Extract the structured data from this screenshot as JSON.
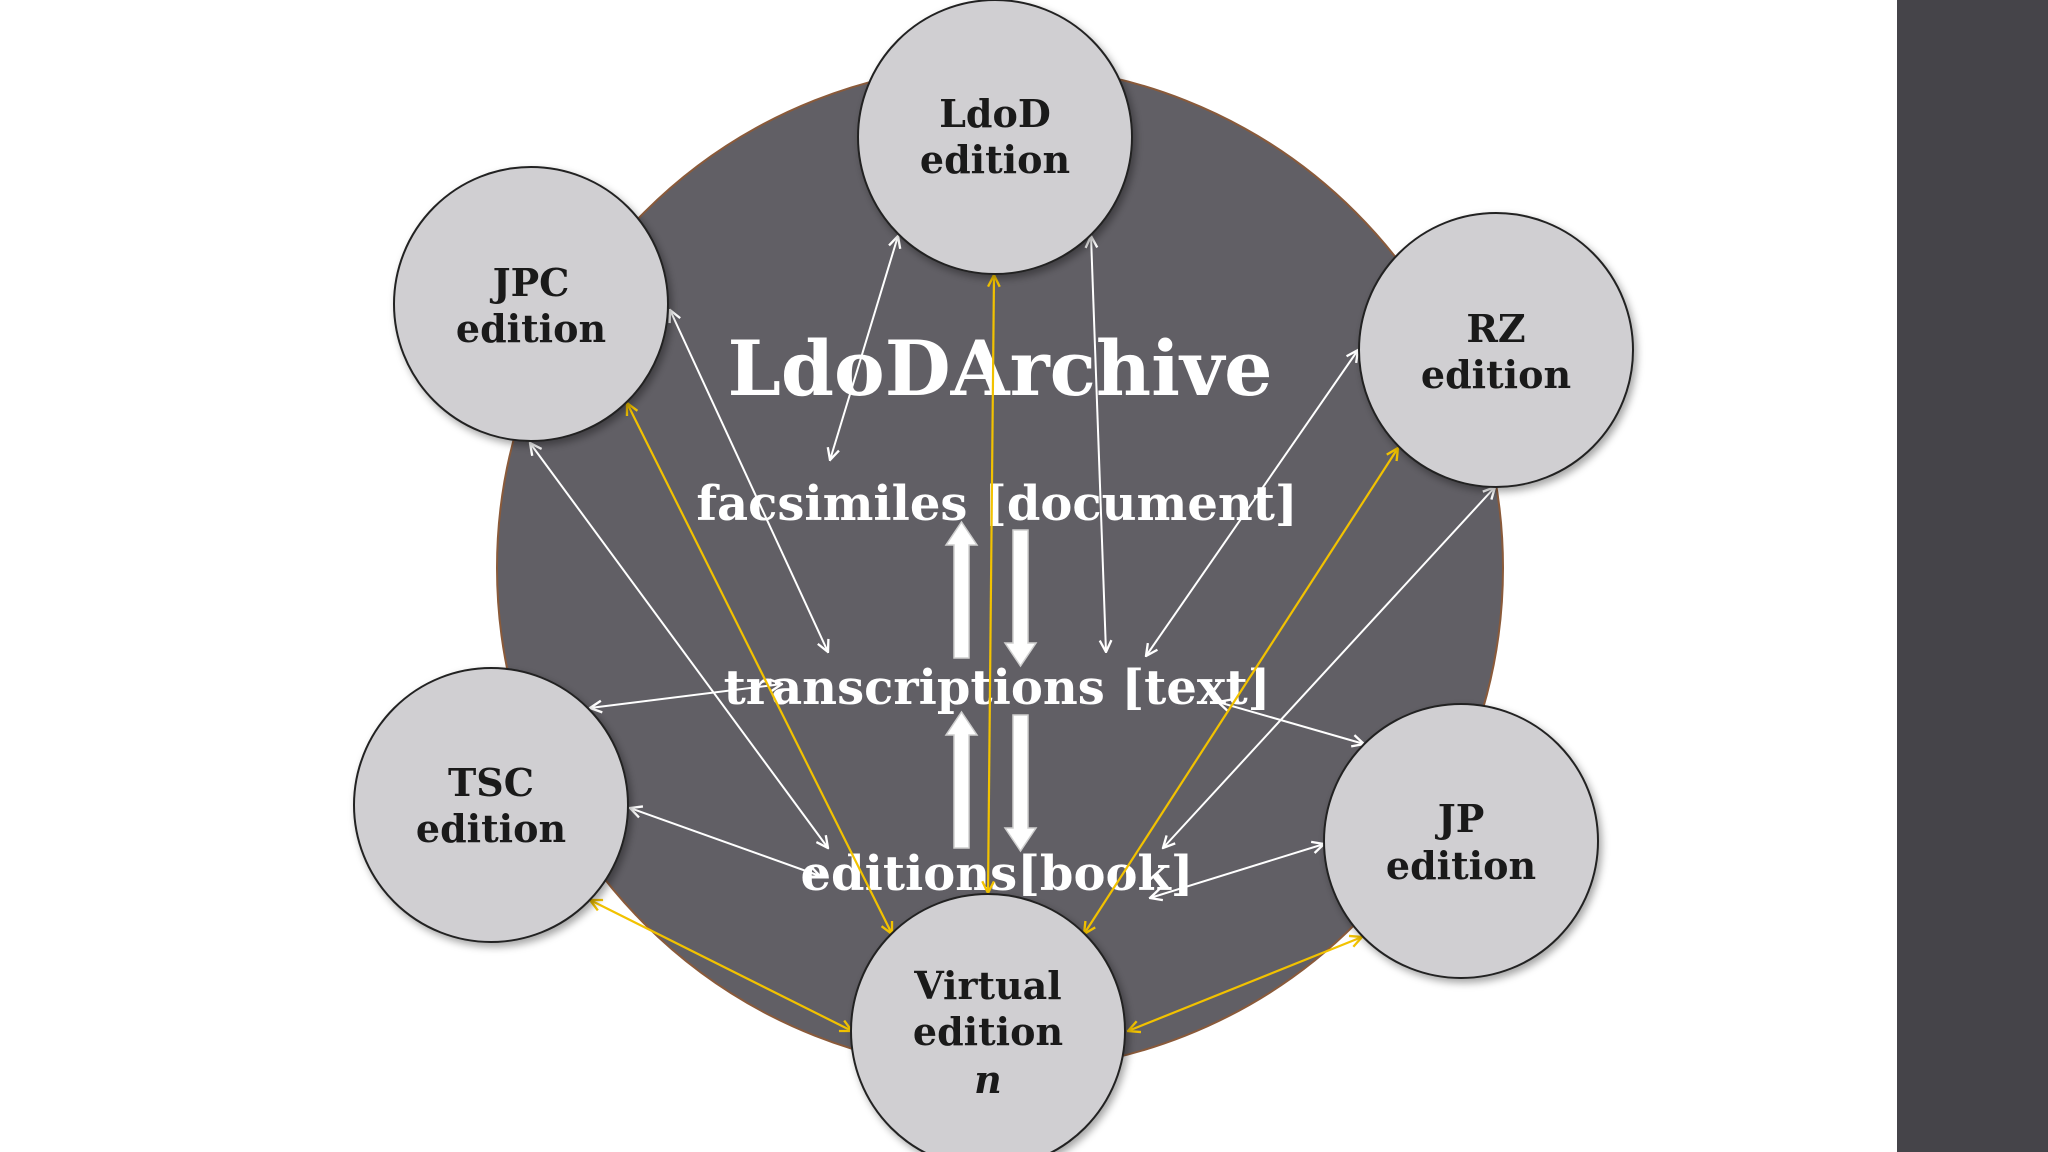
{
  "archive": {
    "title": "LdoDArchive",
    "layers": {
      "facsimiles": "facsimiles [document]",
      "transcriptions": "transcriptions [text]",
      "editions": "editions[book]"
    }
  },
  "nodes": {
    "ldod": {
      "line1": "LdoD",
      "line2": "edition"
    },
    "jpc": {
      "line1": "JPC",
      "line2": "edition"
    },
    "rz": {
      "line1": "RZ",
      "line2": "edition"
    },
    "tsc": {
      "line1": "TSC",
      "line2": "edition"
    },
    "jp": {
      "line1": "JP",
      "line2": "edition"
    },
    "virtual": {
      "line1": "Virtual",
      "line2": "edition",
      "line3": "n"
    }
  },
  "colors": {
    "archive_fill": "#615f65",
    "archive_stroke": "#8a5a3a",
    "node_fill": "#d0cfd2",
    "white_arrow": "#ffffff",
    "yellow_arrow": "#f2c200",
    "side_bar": "#454449"
  }
}
